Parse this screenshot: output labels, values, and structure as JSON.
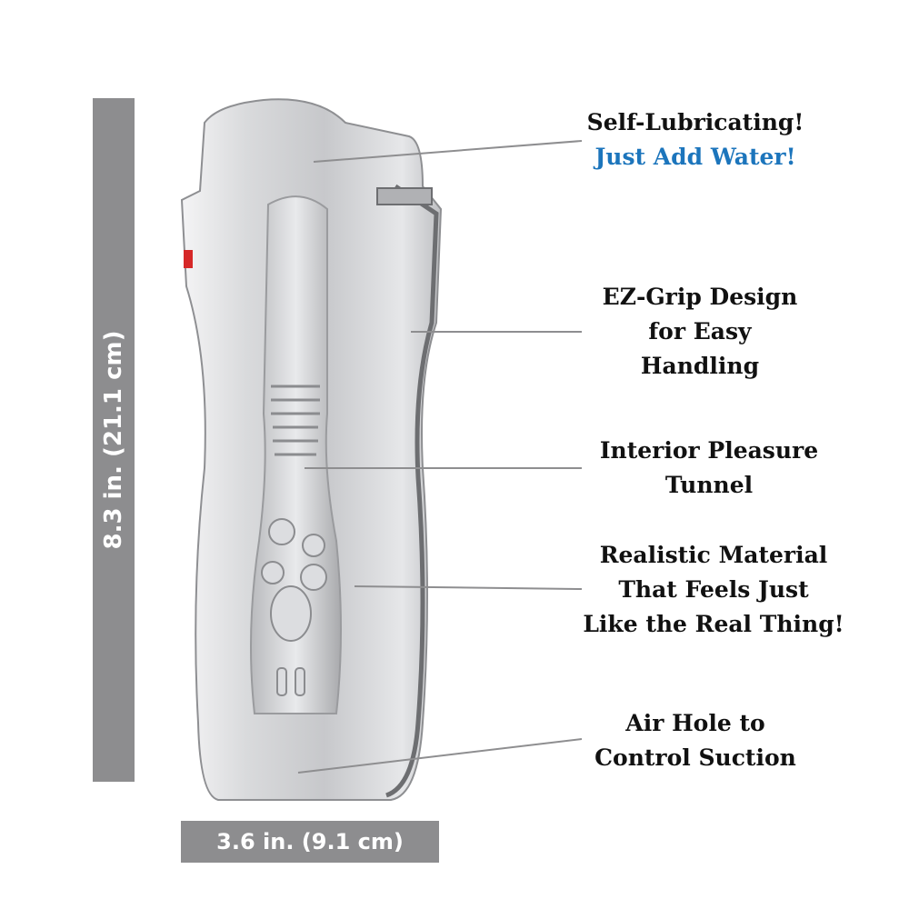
{
  "dimensions": {
    "height": "8.3 in. (21.1 cm)",
    "width": "3.6 in. (9.1 cm)"
  },
  "callouts": {
    "lubricating": {
      "line1": "Self-Lubricating!",
      "accent": "Just Add Water!"
    },
    "grip": {
      "line1": "EZ-Grip Design",
      "line2": "for Easy",
      "line3": "Handling"
    },
    "tunnel": {
      "line1": "Interior Pleasure",
      "line2": "Tunnel"
    },
    "material": {
      "line1": "Realistic Material",
      "line2": "That Feels Just",
      "line3": "Like the Real Thing!"
    },
    "airhole": {
      "line1": "Air Hole to",
      "line2": "Control Suction"
    }
  },
  "colors": {
    "dimension_bar": "#8d8d8f",
    "accent": "#1c75bc",
    "text": "#111111"
  }
}
